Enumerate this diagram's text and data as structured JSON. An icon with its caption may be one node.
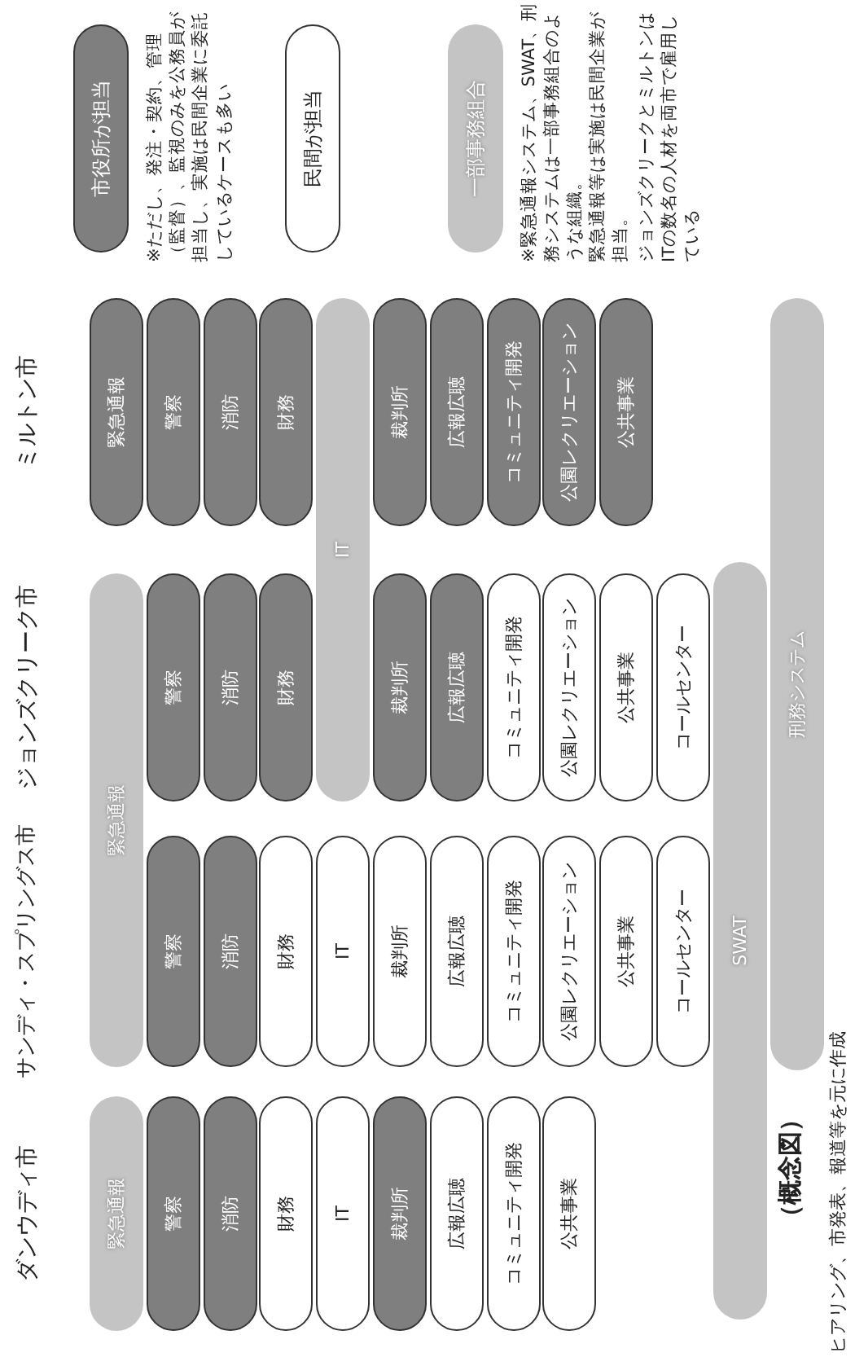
{
  "diagram": {
    "caption": "（概念図）",
    "nodes": [
      {
        "text": [
          "緊急通報"
        ]
      },
      {
        "text": [
          "警察"
        ]
      },
      {
        "text": [
          "消防"
        ]
      },
      {
        "text": [
          "財務"
        ]
      },
      {
        "text": [
          "IT"
        ]
      },
      {
        "text": [
          "裁判所"
        ]
      },
      {
        "text": [
          "広報広聴"
        ]
      },
      {
        "text": [
          "コミュニティ開発"
        ]
      },
      {
        "text": [
          "公共事業"
        ]
      },
      {
        "text": [
          "緊急通報"
        ]
      },
      {
        "text": [
          "警察"
        ]
      },
      {
        "text": [
          "消防"
        ]
      },
      {
        "text": [
          "財務"
        ]
      },
      {
        "text": [
          "IT"
        ]
      },
      {
        "text": [
          "裁判所"
        ]
      },
      {
        "text": [
          "広報広聴"
        ]
      },
      {
        "text": [
          "コミュニティ開発"
        ]
      },
      {
        "text": [
          "公園レクリエーション"
        ]
      },
      {
        "text": [
          "公共事業"
        ]
      },
      {
        "text": [
          "コールセンター"
        ]
      },
      {
        "text": [
          "警察"
        ]
      },
      {
        "text": [
          "消防"
        ]
      },
      {
        "text": [
          "財務"
        ]
      },
      {
        "text": [
          "IT"
        ]
      },
      {
        "text": [
          "裁判所"
        ]
      },
      {
        "text": [
          "広報広聴"
        ]
      },
      {
        "text": [
          "コミュニティ開発"
        ]
      },
      {
        "text": [
          "公園レクリエーション"
        ]
      },
      {
        "text": [
          "公共事業"
        ]
      },
      {
        "text": [
          "コールセンター"
        ]
      },
      {
        "text": [
          "緊急通報"
        ]
      },
      {
        "text": [
          "警察"
        ]
      },
      {
        "text": [
          "消防"
        ]
      },
      {
        "text": [
          "財務"
        ]
      },
      {
        "text": [
          "裁判所"
        ]
      },
      {
        "text": [
          "広報広聴"
        ]
      },
      {
        "text": [
          "コミュニティ開発"
        ]
      },
      {
        "text": [
          "公園レクリエーション"
        ]
      },
      {
        "text": [
          "公共事業"
        ]
      },
      {
        "text": [
          "SWAT"
        ]
      },
      {
        "text": [
          "刑務システム"
        ]
      }
    ],
    "labels": [
      "ダンウディ市",
      "サンディ・スプリングス市",
      "ジョンズクリーク市",
      "ミルトン市",
      "※ただし、発注・契約、管理（監督）、監視のみを公務員が担当し、実施は民間企業に委託しているケースも多い",
      "※緊急通報システム、SWAT、刑務システムは一部事務組合のような組織。",
      "緊急通報等は実施は民間企業が担当。",
      "ジョンズクリークとミルトンはITの数名の人材を両市で雇用している",
      "ヒアリング、市発表、報道等を元に作成"
    ],
    "legend": [
      {
        "text": "市役所が担当",
        "color": "#7f7f7f"
      },
      {
        "text": "民間が担当",
        "color": "#ffffff"
      },
      {
        "text": "一部事務組合",
        "color": "#c4c4c4"
      }
    ]
  }
}
